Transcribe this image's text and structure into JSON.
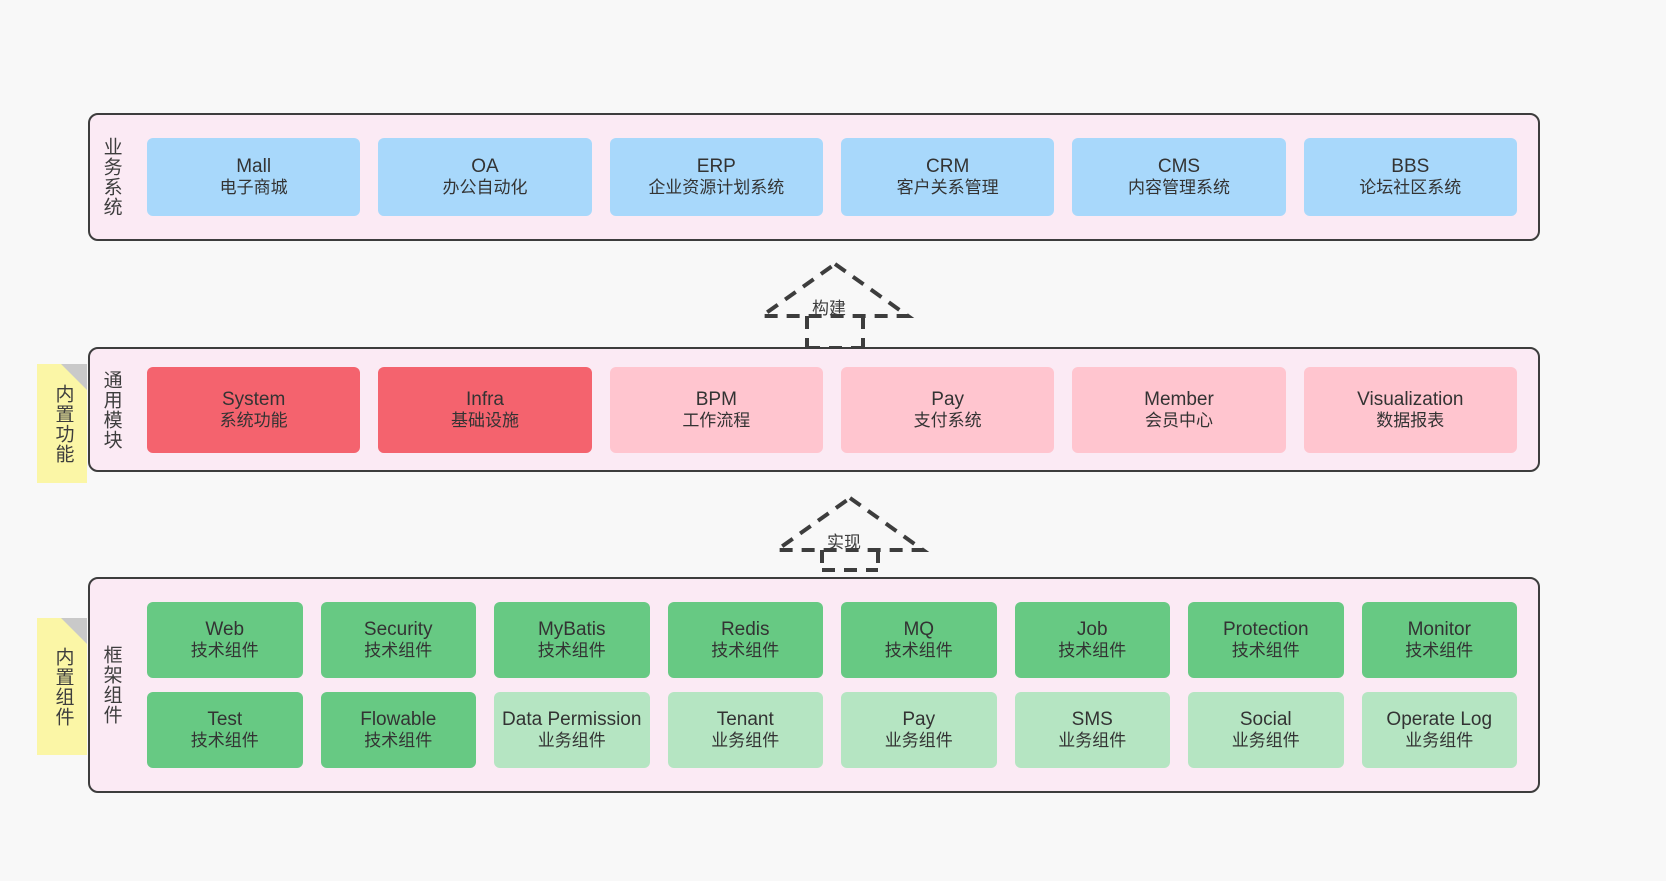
{
  "diagram": {
    "background": "#f8f8f8",
    "layer_fill": "#fbeaf4",
    "note_fill": "#fbf6a6",
    "colors": {
      "business": "#a8d8fb",
      "module_hot": "#f4636e",
      "module": "#ffc5cf",
      "framework_tech": "#67c983",
      "framework_biz": "#b5e5c2",
      "border": "#3d3d3d",
      "fold": "#c9c9c9"
    }
  },
  "layers": {
    "business": {
      "title": "业务系统",
      "cells": [
        {
          "name": "Mall",
          "desc": "电子商城"
        },
        {
          "name": "OA",
          "desc": "办公自动化"
        },
        {
          "name": "ERP",
          "desc": "企业资源计划系统"
        },
        {
          "name": "CRM",
          "desc": "客户关系管理"
        },
        {
          "name": "CMS",
          "desc": "内容管理系统"
        },
        {
          "name": "BBS",
          "desc": "论坛社区系统"
        }
      ]
    },
    "modules": {
      "title": "通用模块",
      "note": "内置功能",
      "cells": [
        {
          "name": "System",
          "desc": "系统功能",
          "highlight": true
        },
        {
          "name": "Infra",
          "desc": "基础设施",
          "highlight": true
        },
        {
          "name": "BPM",
          "desc": "工作流程",
          "highlight": false
        },
        {
          "name": "Pay",
          "desc": "支付系统",
          "highlight": false
        },
        {
          "name": "Member",
          "desc": "会员中心",
          "highlight": false
        },
        {
          "name": "Visualization",
          "desc": "数据报表",
          "highlight": false
        }
      ]
    },
    "framework": {
      "title": "框架组件",
      "note": "内置组件",
      "row1": [
        {
          "name": "Web",
          "desc": "技术组件"
        },
        {
          "name": "Security",
          "desc": "技术组件"
        },
        {
          "name": "MyBatis",
          "desc": "技术组件"
        },
        {
          "name": "Redis",
          "desc": "技术组件"
        },
        {
          "name": "MQ",
          "desc": "技术组件"
        },
        {
          "name": "Job",
          "desc": "技术组件"
        },
        {
          "name": "Protection",
          "desc": "技术组件"
        },
        {
          "name": "Monitor",
          "desc": "技术组件"
        }
      ],
      "row2": [
        {
          "name": "Test",
          "desc": "技术组件",
          "tech": true
        },
        {
          "name": "Flowable",
          "desc": "技术组件",
          "tech": true
        },
        {
          "name": "Data Permission",
          "desc": "业务组件",
          "tech": false
        },
        {
          "name": "Tenant",
          "desc": "业务组件",
          "tech": false
        },
        {
          "name": "Pay",
          "desc": "业务组件",
          "tech": false
        },
        {
          "name": "SMS",
          "desc": "业务组件",
          "tech": false
        },
        {
          "name": "Social",
          "desc": "业务组件",
          "tech": false
        },
        {
          "name": "Operate Log",
          "desc": "业务组件",
          "tech": false
        }
      ]
    }
  },
  "arrows": [
    {
      "id": "build",
      "label": "构建"
    },
    {
      "id": "implement",
      "label": "实现"
    }
  ]
}
